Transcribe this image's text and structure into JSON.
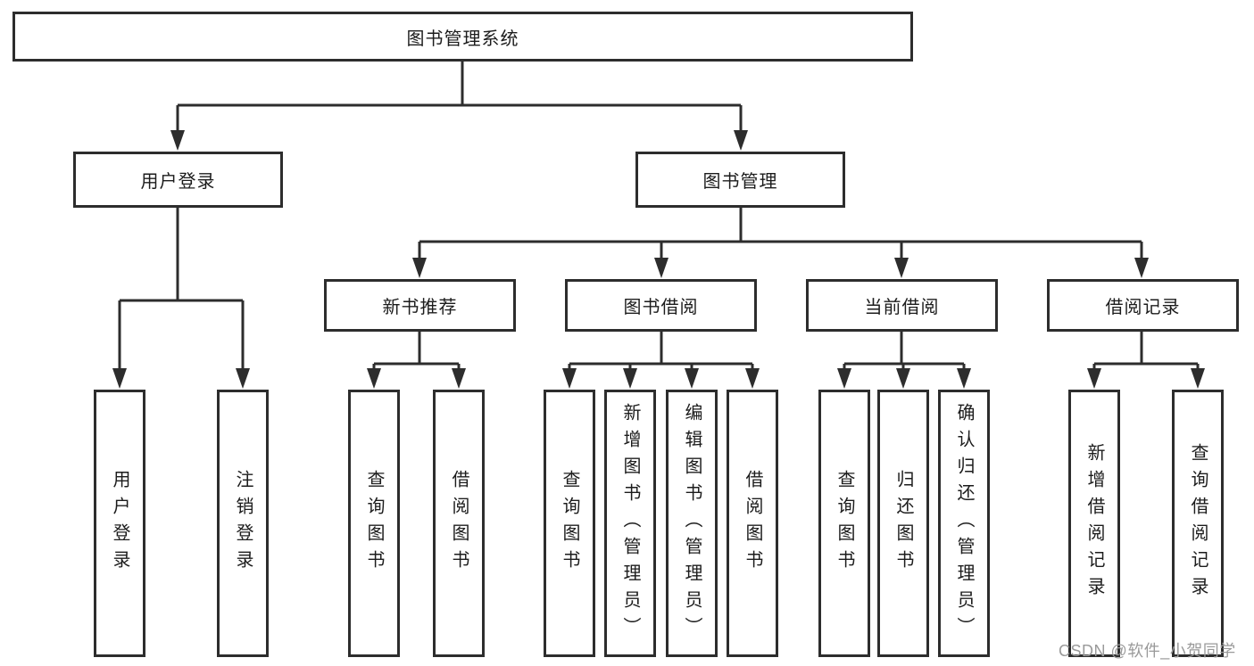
{
  "diagram": {
    "root": "图书管理系统",
    "level2": [
      "用户登录",
      "图书管理"
    ],
    "level3": [
      "新书推荐",
      "图书借阅",
      "当前借阅",
      "借阅记录"
    ],
    "leaves": {
      "user_login": [
        "用户登录",
        "注销登录"
      ],
      "new_book": [
        "查询图书",
        "借阅图书"
      ],
      "book_borrow": [
        "查询图书",
        "新增图书（管理员）",
        "编辑图书（管理员）",
        "借阅图书"
      ],
      "current_borrow": [
        "查询图书",
        "归还图书",
        "确认归还（管理员）"
      ],
      "borrow_record": [
        "新增借阅记录",
        "查询借阅记录"
      ]
    }
  },
  "watermark": "CSDN @软件_小贺同学",
  "colors": {
    "line": "#2d2d2d",
    "box_border": "#2d2d2d",
    "text": "#1c1c1c",
    "background": "#ffffff",
    "watermark": "#9a9a9a"
  }
}
